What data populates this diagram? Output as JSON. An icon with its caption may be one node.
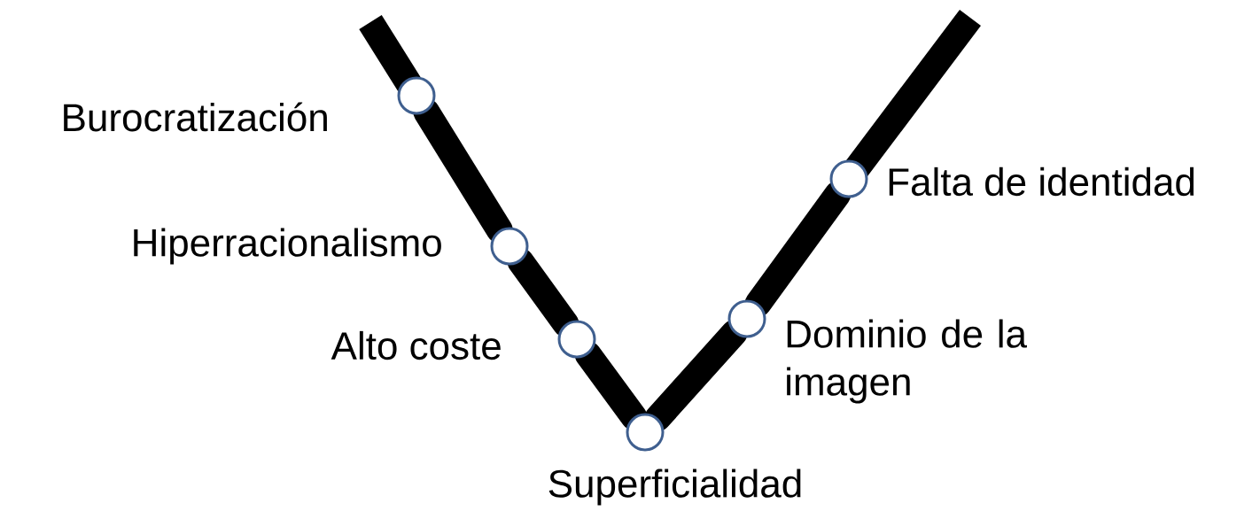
{
  "diagram": {
    "nodes": [
      {
        "text": [],
        "shape": "circle",
        "beside": [
          "Burocratización"
        ]
      },
      {
        "text": [],
        "shape": "circle",
        "beside": [
          "Hiperracionalismo"
        ]
      },
      {
        "text": [],
        "shape": "circle",
        "beside": [
          "Alto coste"
        ]
      },
      {
        "text": [],
        "shape": "circle",
        "beside": [
          "Superficialidad"
        ]
      },
      {
        "text": [],
        "shape": "circle",
        "beside": [
          "Dominio de la imagen"
        ]
      },
      {
        "text": [],
        "shape": "circle",
        "beside": [
          "Falta de identidad"
        ]
      }
    ],
    "edges": [
      {
        "from": 0,
        "to": 1,
        "arrow": "none"
      },
      {
        "from": 1,
        "to": 2,
        "arrow": "none"
      },
      {
        "from": 2,
        "to": 3,
        "arrow": "none"
      },
      {
        "from": 3,
        "to": 4,
        "arrow": "none"
      },
      {
        "from": 4,
        "to": 5,
        "arrow": "none"
      }
    ]
  }
}
